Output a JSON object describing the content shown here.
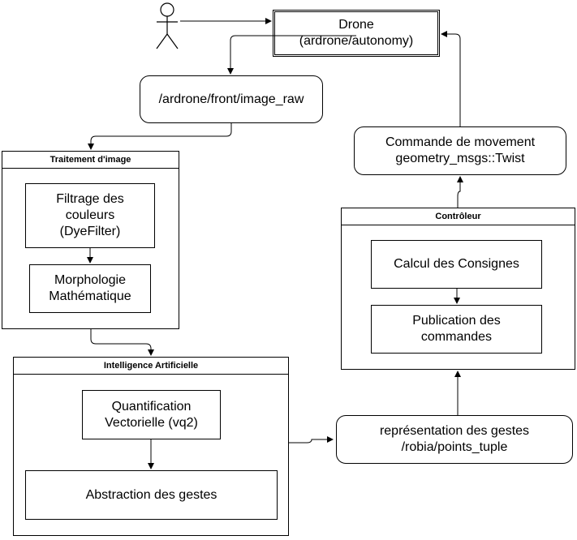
{
  "nodes": {
    "actor": "",
    "drone": "Drone\n(ardrone/autonomy)",
    "image_raw": "/ardrone/front/image_raw",
    "traitement_title": "Traitement d'image",
    "filtrage": "Filtrage des\ncouleurs\n(DyeFilter)",
    "morphologie": "Morphologie\nMathématique",
    "ia_title": "Intelligence Artificielle",
    "quantification": "Quantification\nVectorielle (vq2)",
    "abstraction": "Abstraction des gestes",
    "representation": "représentation des gestes\n/robia/points_tuple",
    "controleur_title": "Contrôleur",
    "calcul": "Calcul des Consignes",
    "publication": "Publication des\ncommandes",
    "commande": "Commande de movement\ngeometry_msgs::Twist"
  }
}
